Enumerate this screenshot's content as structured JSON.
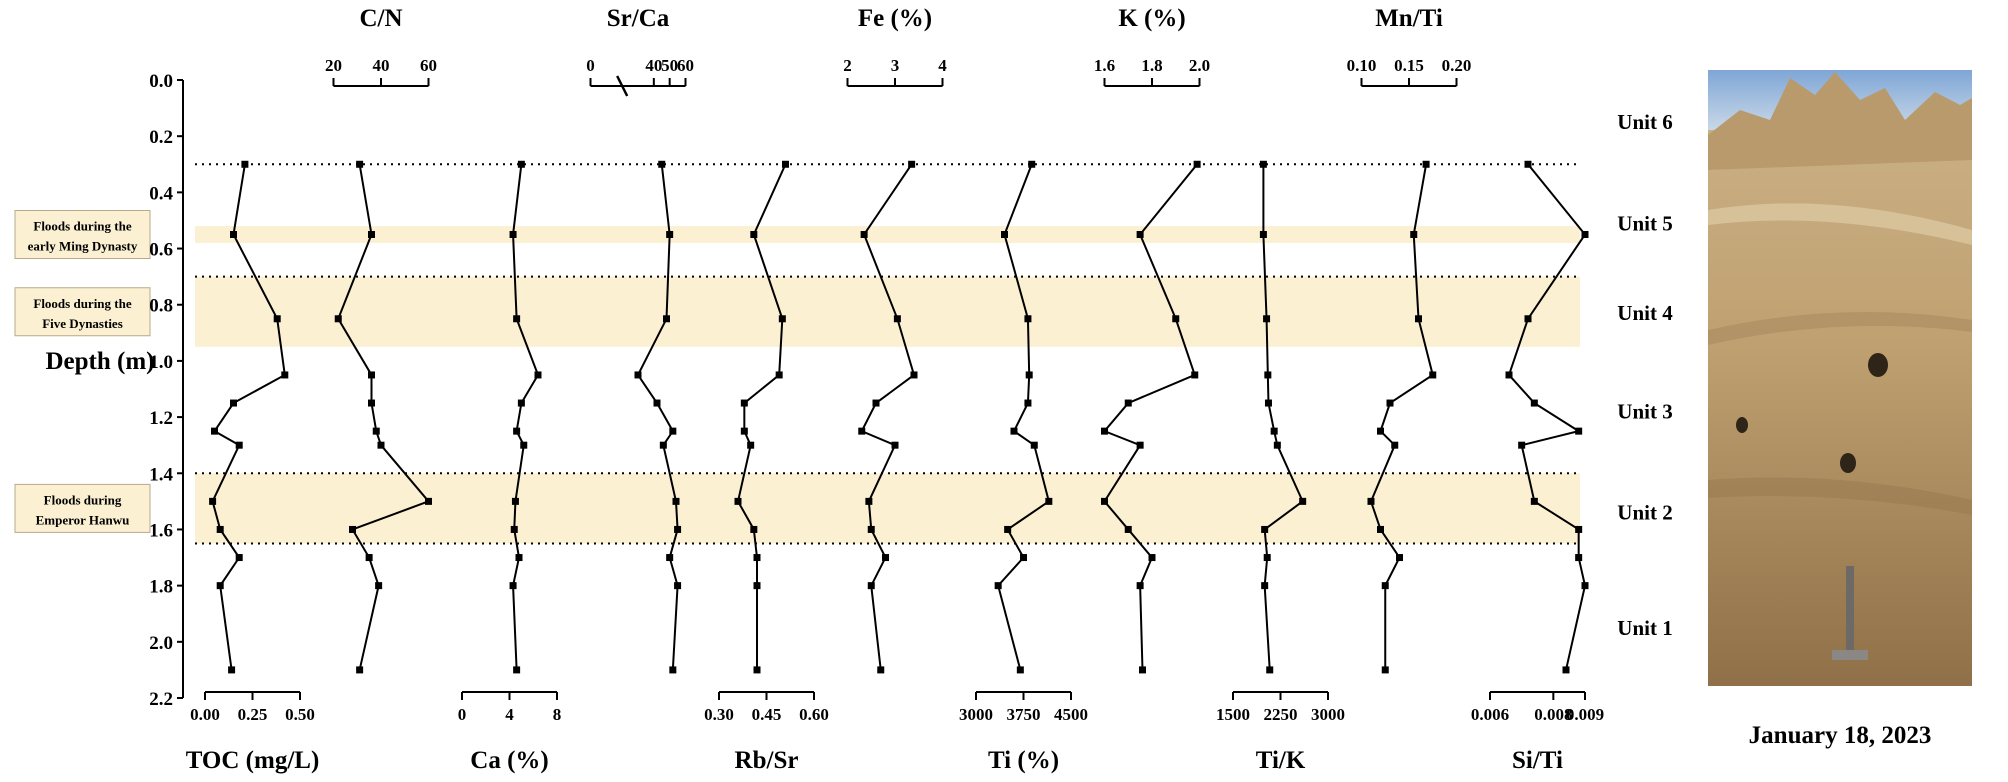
{
  "ylabel": "Depth (m)",
  "depth_ticks": [
    "0.0",
    "0.2",
    "0.4",
    "0.6",
    "0.8",
    "1.0",
    "1.2",
    "1.4",
    "1.6",
    "1.8",
    "2.0",
    "2.2"
  ],
  "units": [
    "Unit 6",
    "Unit 5",
    "Unit 4",
    "Unit 3",
    "Unit 2",
    "Unit 1"
  ],
  "flood_events": [
    {
      "label_lines": [
        "Floods during the",
        "early Ming Dynasty"
      ],
      "range": [
        0.52,
        0.58
      ]
    },
    {
      "label_lines": [
        "Floods during the",
        "Five Dynasties"
      ],
      "range": [
        0.7,
        0.95
      ]
    },
    {
      "label_lines": [
        "Floods during",
        "Emperor Hanwu"
      ],
      "range": [
        1.4,
        1.65
      ]
    }
  ],
  "photo": {
    "caption": "January 18, 2023",
    "description": "sediment profile outcrop"
  },
  "chart_data": {
    "type": "line",
    "ylabel": "Depth (m)",
    "ylim": [
      0.0,
      2.2
    ],
    "y_inverted": true,
    "grid": false,
    "boundaries": [
      0.3,
      0.7,
      1.4,
      1.65
    ],
    "depths": [
      0.3,
      0.55,
      0.85,
      1.05,
      1.15,
      1.25,
      1.3,
      1.5,
      1.6,
      1.7,
      1.8,
      2.1
    ],
    "series": [
      {
        "name": "TOC (mg/L)",
        "axis": "bottom",
        "ticks": [
          "0.00",
          "0.25",
          "0.50"
        ],
        "tick_values": [
          0,
          0.25,
          0.5
        ],
        "range": [
          0,
          0.5
        ],
        "values": [
          0.21,
          0.15,
          0.38,
          0.42,
          0.15,
          0.05,
          0.18,
          0.04,
          0.08,
          0.18,
          0.08,
          0.14
        ]
      },
      {
        "name": "C/N",
        "axis": "top",
        "ticks": [
          "20",
          "40",
          "60"
        ],
        "tick_values": [
          20,
          40,
          60
        ],
        "range": [
          20,
          60
        ],
        "values": [
          31,
          36,
          22,
          36,
          36,
          38,
          40,
          60,
          28,
          35,
          39,
          31
        ]
      },
      {
        "name": "Ca (%)",
        "axis": "bottom",
        "ticks": [
          "0",
          "4",
          "8"
        ],
        "tick_values": [
          0,
          4,
          8
        ],
        "range": [
          0,
          8
        ],
        "values": [
          5.0,
          4.3,
          4.6,
          6.4,
          5.0,
          4.6,
          5.2,
          4.5,
          4.4,
          4.8,
          4.3,
          4.6
        ]
      },
      {
        "name": "Sr/Ca",
        "axis": "top",
        "ticks": [
          "0",
          "40",
          "50",
          "60"
        ],
        "tick_values": [
          0,
          40,
          50,
          60
        ],
        "range": [
          0,
          60
        ],
        "axis_break": true,
        "values": [
          45,
          50,
          48,
          30,
          42,
          52,
          46,
          54,
          55,
          50,
          55,
          52
        ]
      },
      {
        "name": "Rb/Sr",
        "axis": "bottom",
        "ticks": [
          "0.30",
          "0.45",
          "0.60"
        ],
        "tick_values": [
          0.3,
          0.45,
          0.6
        ],
        "range": [
          0.3,
          0.6
        ],
        "values": [
          0.51,
          0.41,
          0.5,
          0.49,
          0.38,
          0.38,
          0.4,
          0.36,
          0.41,
          0.42,
          0.42,
          0.42
        ]
      },
      {
        "name": "Fe (%)",
        "axis": "top",
        "ticks": [
          "2",
          "3",
          "4"
        ],
        "tick_values": [
          2,
          3,
          4
        ],
        "range": [
          2,
          4
        ],
        "values": [
          3.35,
          2.35,
          3.05,
          3.4,
          2.6,
          2.3,
          3.0,
          2.45,
          2.5,
          2.8,
          2.5,
          2.7
        ]
      },
      {
        "name": "Ti (%)",
        "axis": "bottom",
        "ticks": [
          "3000",
          "3750",
          "4500"
        ],
        "tick_values": [
          3000,
          3750,
          4500
        ],
        "range": [
          3000,
          4500
        ],
        "values": [
          3880,
          3450,
          3820,
          3840,
          3820,
          3600,
          3920,
          4150,
          3500,
          3750,
          3350,
          3700
        ]
      },
      {
        "name": "K (%)",
        "axis": "top",
        "ticks": [
          "1.6",
          "1.8",
          "2.0"
        ],
        "tick_values": [
          1.6,
          1.8,
          2.0
        ],
        "range": [
          1.6,
          2.0
        ],
        "values": [
          1.99,
          1.75,
          1.9,
          1.98,
          1.7,
          1.6,
          1.75,
          1.6,
          1.7,
          1.8,
          1.75,
          1.76
        ]
      },
      {
        "name": "Ti/K",
        "axis": "bottom",
        "ticks": [
          "1500",
          "2250",
          "3000"
        ],
        "tick_values": [
          1500,
          2250,
          3000
        ],
        "range": [
          1500,
          3000
        ],
        "values": [
          1980,
          1980,
          2030,
          2050,
          2060,
          2150,
          2200,
          2600,
          2000,
          2040,
          2000,
          2080
        ]
      },
      {
        "name": "Mn/Ti",
        "axis": "top",
        "ticks": [
          "0.10",
          "0.15",
          "0.20"
        ],
        "tick_values": [
          0.1,
          0.15,
          0.2
        ],
        "range": [
          0.1,
          0.2
        ],
        "values": [
          0.168,
          0.155,
          0.16,
          0.175,
          0.13,
          0.12,
          0.135,
          0.11,
          0.12,
          0.14,
          0.125,
          0.125
        ]
      },
      {
        "name": "Si/Ti",
        "axis": "bottom",
        "ticks": [
          "0.006",
          "0.008",
          "0.009"
        ],
        "tick_values": [
          0.006,
          0.008,
          0.009
        ],
        "range": [
          0.006,
          0.009
        ],
        "values": [
          0.0072,
          0.009,
          0.0072,
          0.0066,
          0.0074,
          0.0088,
          0.007,
          0.0074,
          0.0088,
          0.0088,
          0.009,
          0.0084
        ]
      }
    ]
  }
}
